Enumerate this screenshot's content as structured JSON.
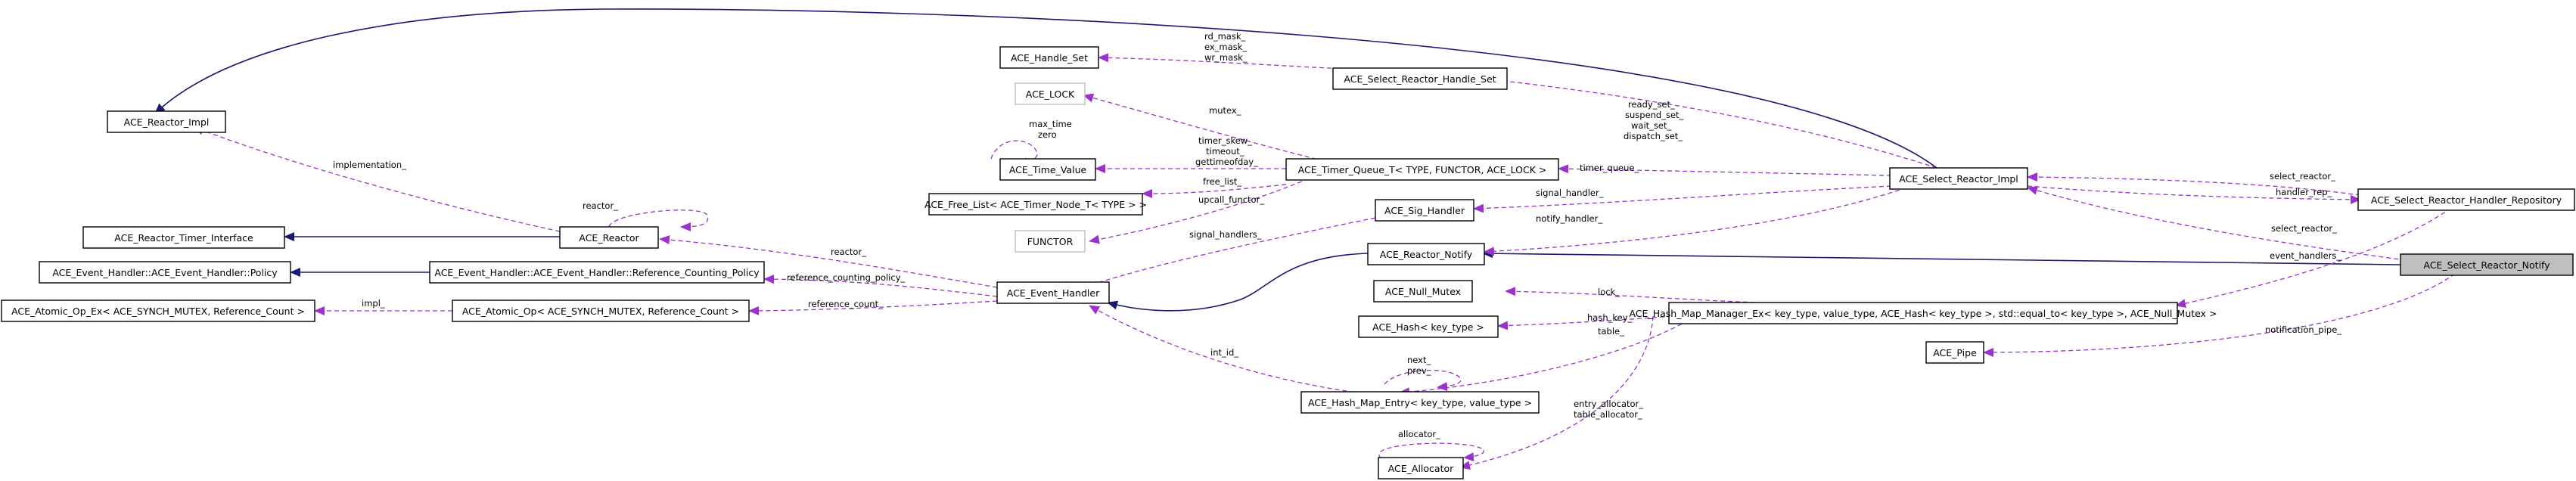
{
  "nodes": {
    "reactor_impl": "ACE_Reactor_Impl",
    "reactor_timer_interface": "ACE_Reactor_Timer_Interface",
    "reactor": "ACE_Reactor",
    "event_handler_policy": "ACE_Event_Handler::ACE_Event_Handler::Policy",
    "reference_counting_policy": "ACE_Event_Handler::ACE_Event_Handler::Reference_Counting_Policy",
    "atomic_op_ex": "ACE_Atomic_Op_Ex< ACE_SYNCH_MUTEX, Reference_Count >",
    "atomic_op": "ACE_Atomic_Op< ACE_SYNCH_MUTEX, Reference_Count >",
    "event_handler": "ACE_Event_Handler",
    "handle_set": "ACE_Handle_Set",
    "ace_lock": "ACE_LOCK",
    "time_value": "ACE_Time_Value",
    "free_list": "ACE_Free_List< ACE_Timer_Node_T< TYPE > >",
    "functor": "FUNCTOR",
    "select_reactor_handle_set": "ACE_Select_Reactor_Handle_Set",
    "timer_queue": "ACE_Timer_Queue_T< TYPE, FUNCTOR, ACE_LOCK >",
    "sig_handler": "ACE_Sig_Handler",
    "reactor_notify": "ACE_Reactor_Notify",
    "null_mutex": "ACE_Null_Mutex",
    "hash": "ACE_Hash< key_type >",
    "hash_map_entry": "ACE_Hash_Map_Entry< key_type, value_type >",
    "allocator": "ACE_Allocator",
    "select_reactor_impl": "ACE_Select_Reactor_Impl",
    "hash_map_manager": "ACE_Hash_Map_Manager_Ex< key_type, value_type, ACE_Hash< key_type >, std::equal_to< key_type >, ACE_Null_Mutex >",
    "pipe": "ACE_Pipe",
    "handler_repository": "ACE_Select_Reactor_Handler_Repository",
    "select_reactor_notify": "ACE_Select_Reactor_Notify"
  },
  "edge_labels": {
    "implementation": "implementation_",
    "reactor_self": "reactor_",
    "reactor_eh": "reactor_",
    "reference_counting_policy": "reference_counting_policy_",
    "impl": "impl_",
    "reference_count": "reference_count_",
    "handle_set_masks": [
      "rd_mask_",
      "ex_mask_",
      "wr_mask_"
    ],
    "mutex": "mutex_",
    "time_value_self": [
      "max_time",
      "zero"
    ],
    "time_value_tq": [
      "timer_skew_",
      "timeout_",
      "gettimeofday_"
    ],
    "free_list": "free_list_",
    "upcall_functor": "upcall_functor_",
    "signal_handlers": "signal_handlers_",
    "select_sets": [
      "ready_set_",
      "suspend_set_",
      "wait_set_",
      "dispatch_set_"
    ],
    "timer_queue": "timer_queue_",
    "signal_handler": "signal_handler_",
    "notify_handler": "notify_handler_",
    "select_reactor_repo": "select_reactor_",
    "handler_rep": "handler_rep_",
    "select_reactor_notify": "select_reactor_",
    "event_handlers": "event_handlers_",
    "notification_pipe": "notification_pipe_",
    "lock": "lock_",
    "hash_key": "hash_key_",
    "table": "table_",
    "int_id": "int_id_",
    "next_prev": [
      "next_",
      "prev_"
    ],
    "entry_allocators": [
      "entry_allocator_",
      "table_allocator_"
    ],
    "allocator": "allocator_"
  },
  "colors": {
    "inheritance": "#191970",
    "usage": "#9a32cd",
    "focus_fill": "#bfbfbf",
    "external_border": "#bfbfbf"
  }
}
